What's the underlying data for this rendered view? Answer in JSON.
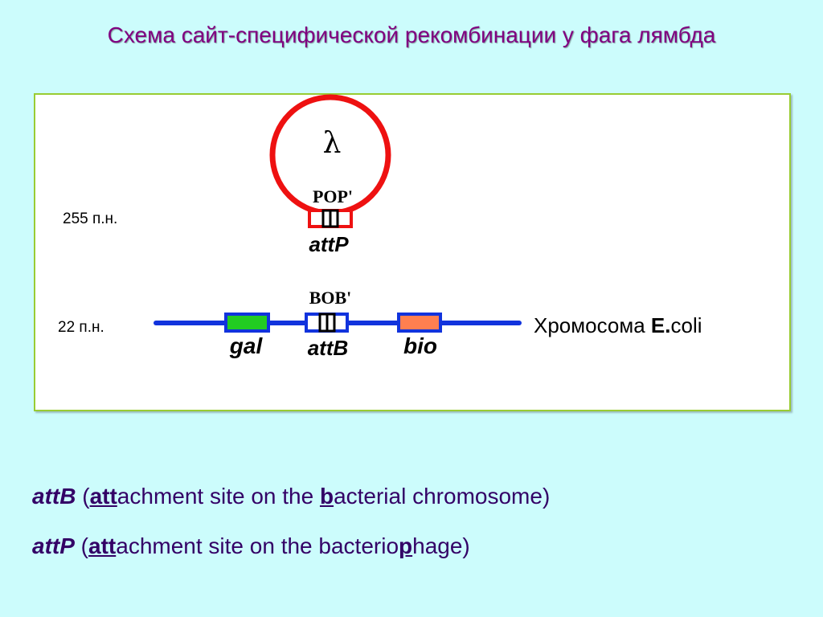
{
  "title": "Схема сайт-специфической рекомбинации у фага лямбда",
  "diagram": {
    "phage_symbol": "λ",
    "pop_label": "POP'",
    "attp_label": "attP",
    "attp_length": "255 п.н.",
    "bob_label": "BOB'",
    "attb_label": "attB",
    "attb_length": "22 п.н.",
    "gal_label": "gal",
    "bio_label": "bio",
    "chromosome_label_prefix": "Хромосома ",
    "chromosome_label_e": "E.",
    "chromosome_label_coli": "coli",
    "colors": {
      "phage_circle": "#ee1111",
      "chromosome": "#1133dd",
      "gal_box": "#22cc22",
      "bio_box": "#ff7f50",
      "frame_border": "#99cc33"
    }
  },
  "legend": {
    "attb": {
      "term": "attB",
      "open": " (",
      "u1": "att",
      "mid": "achment site on the ",
      "u2": "b",
      "rest": "acterial chromosome)"
    },
    "attp": {
      "term": "attP",
      "open": " (",
      "u1": "att",
      "mid": "achment site on the bacterio",
      "u2": "p",
      "rest": "hage)"
    }
  }
}
